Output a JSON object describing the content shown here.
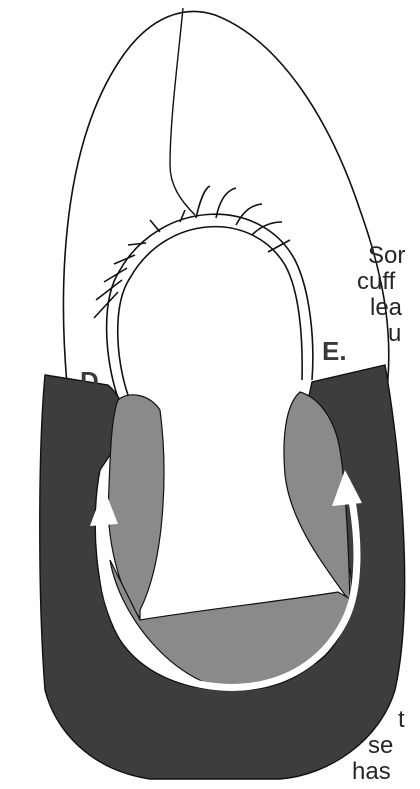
{
  "labels": {
    "d": "D.",
    "e": "E."
  },
  "side_text_top": [
    "Sor",
    "cuff",
    "lea",
    "u"
  ],
  "side_text_bottom": [
    "t",
    "se",
    "has"
  ],
  "colors": {
    "outline": "#111111",
    "dark_band": "#3d3d3d",
    "mid_gray": "#8a8a8a",
    "arrow": "#ffffff",
    "background": "#ffffff"
  }
}
